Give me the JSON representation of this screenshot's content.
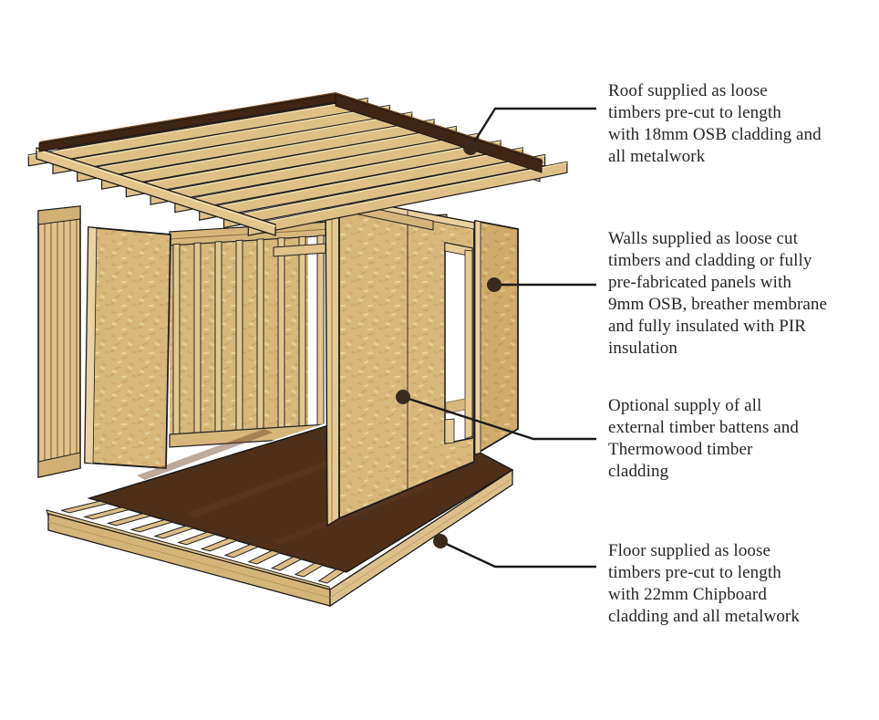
{
  "annotations": [
    {
      "id": "roof",
      "lines": [
        "Roof supplied as loose",
        "timbers pre-cut to length",
        "with 18mm OSB cladding and",
        "all metalwork"
      ]
    },
    {
      "id": "walls",
      "lines": [
        "Walls supplied as loose cut",
        "timbers and cladding or fully",
        "pre-fabricated panels with",
        "9mm OSB, breather membrane",
        "and fully insulated with PIR",
        "insulation"
      ]
    },
    {
      "id": "optional",
      "lines": [
        "Optional supply of all",
        "external timber battens and",
        "Thermowood timber",
        "cladding"
      ]
    },
    {
      "id": "floor",
      "lines": [
        "Floor supplied as loose",
        "timbers pre-cut to length",
        "with 22mm Chipboard",
        "cladding and all metalwork"
      ]
    }
  ],
  "colors": {
    "background": "#ffffff",
    "text": "#262626",
    "leader_line": "#1a1a1a",
    "leader_dot": "#3a2a1e",
    "osb_panel": "#d8b77c",
    "timber_light": "#e3c78e",
    "deck_dark_brown": "#4a2c15"
  }
}
